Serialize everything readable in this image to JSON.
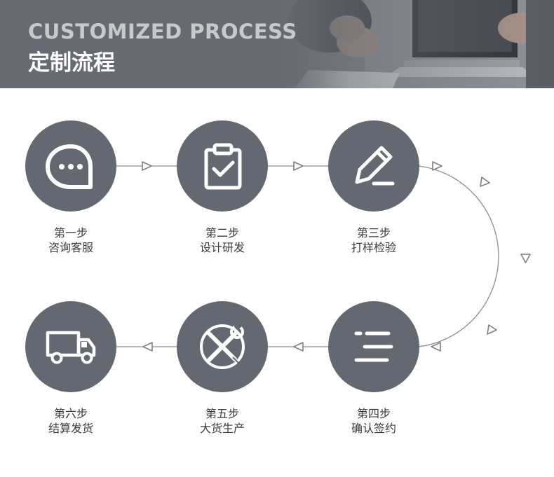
{
  "header": {
    "title": "CUSTOMIZED PROCESS",
    "subtitle": "定制流程"
  },
  "steps": [
    {
      "number": "第一步",
      "name": "咨询客服",
      "icon": "chat-bubble-icon"
    },
    {
      "number": "第二步",
      "name": "设计研发",
      "icon": "clipboard-check-icon"
    },
    {
      "number": "第三步",
      "name": "打样检验",
      "icon": "pencil-icon"
    },
    {
      "number": "第四步",
      "name": "确认签约",
      "icon": "lines-list-icon"
    },
    {
      "number": "第五步",
      "name": "大货生产",
      "icon": "tools-icon"
    },
    {
      "number": "第六步",
      "name": "结算发货",
      "icon": "truck-icon"
    }
  ],
  "colors": {
    "banner": "#676b71",
    "circle": "#646870",
    "connector": "#8a8e93",
    "label_text": "#3b3b3b"
  }
}
